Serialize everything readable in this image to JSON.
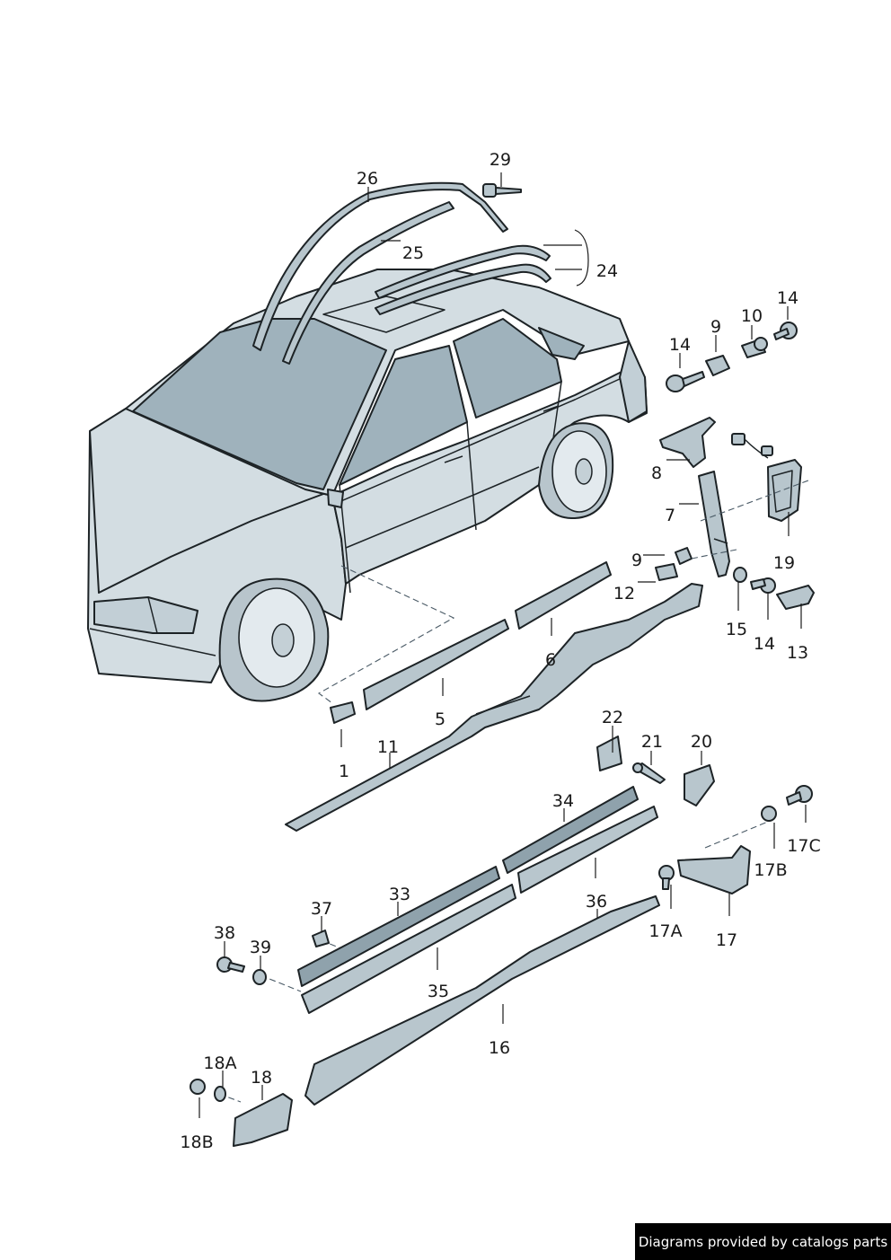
{
  "credit": "Diagrams provided by catalogs parts",
  "callouts": {
    "c1": "1",
    "c5": "5",
    "c6": "6",
    "c7": "7",
    "c8": "8",
    "c9a": "9",
    "c9b": "9",
    "c10": "10",
    "c11": "11",
    "c12": "12",
    "c13": "13",
    "c14a": "14",
    "c14b": "14",
    "c14c": "14",
    "c15": "15",
    "c16": "16",
    "c17": "17",
    "c17a": "17A",
    "c17b": "17B",
    "c17c": "17C",
    "c18": "18",
    "c18a": "18A",
    "c18b": "18B",
    "c19": "19",
    "c20": "20",
    "c21": "21",
    "c22": "22",
    "c24": "24",
    "c25": "25",
    "c26": "26",
    "c29": "29",
    "c33": "33",
    "c34": "34",
    "c35": "35",
    "c36": "36",
    "c37": "37",
    "c38": "38",
    "c39": "39"
  },
  "colors": {
    "background": "#ffffff",
    "body": "#d3dde2",
    "glass": "#9fb2bc",
    "part": "#b8c6cd",
    "outline": "#1d2326",
    "credit_bg": "#000000"
  }
}
